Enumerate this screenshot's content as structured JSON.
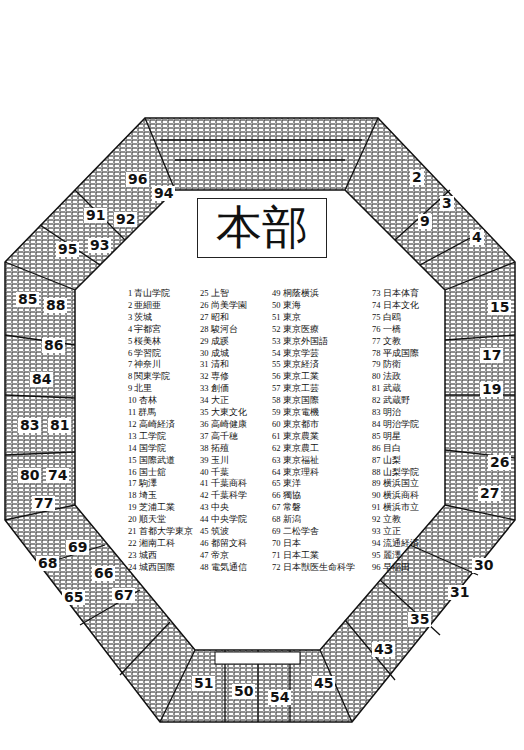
{
  "diagram": {
    "nodes": [
      {
        "text": [
          "本部"
        ]
      }
    ],
    "labels": [
      "1 青山学院",
      "2 亜細亜",
      "3 茨城",
      "4 宇都宮",
      "5 桜美林",
      "6 学習院",
      "7 神奈川",
      "8 関東学院",
      "9 北里",
      "10 杏林",
      "11 群馬",
      "12 高崎経済",
      "13 工学院",
      "14 国学院",
      "15 国際武道",
      "16 国士舘",
      "17 駒澤",
      "18 埼玉",
      "19 芝浦工業",
      "20 順天堂",
      "21 首都大学東京",
      "22 湘南工科",
      "23 城西",
      "24 城西国際",
      "25 上智",
      "26 尚美学園",
      "27 昭和",
      "28 駿河台",
      "29 成蹊",
      "30 成城",
      "31 清和",
      "32 専修",
      "33 創価",
      "34 大正",
      "35 大東文化",
      "36 高崎健康",
      "37 高千穂",
      "38 拓殖",
      "39 玉川",
      "40 千葉",
      "41 千葉商科",
      "42 千葉科学",
      "43 中央",
      "44 中央学院",
      "45 筑波",
      "46 都留文科",
      "47 帝京",
      "48 電気通信",
      "49 桐蔭横浜",
      "50 東海",
      "51 東京",
      "52 東京医療",
      "53 東京外国語",
      "54 東京学芸",
      "55 東京経済",
      "56 東京工業",
      "57 東京工芸",
      "58 東京国際",
      "59 東京電機",
      "60 東京都市",
      "61 東京農業",
      "62 東京農工",
      "63 東京福祉",
      "64 東京理科",
      "65 東洋",
      "66 獨協",
      "67 常磐",
      "68 新潟",
      "69 二松学舎",
      "70 日本",
      "71 日本工業",
      "72 日本獣医生命科学",
      "73 日本体育",
      "74 日本文化",
      "75 白鴎",
      "76 一橋",
      "77 文教",
      "78 平成国際",
      "79 防衛",
      "80 法政",
      "81 武蔵",
      "82 武蔵野",
      "83 明治",
      "84 明治学院",
      "85 明星",
      "86 目白",
      "87 山梨",
      "88 山梨学院",
      "89 横浜国立",
      "90 横浜商科",
      "91 横浜市立",
      "92 立教",
      "93 立正",
      "94 流通経済",
      "95 麗澤",
      "96 早稲田",
      "96",
      "94",
      "92",
      "91",
      "95",
      "93",
      "85",
      "88",
      "86",
      "84",
      "83",
      "81",
      "80",
      "74",
      "77",
      "69",
      "66",
      "68",
      "65",
      "67",
      "51",
      "50",
      "54",
      "45",
      "43",
      "35",
      "31",
      "30",
      "27",
      "26",
      "19",
      "17",
      "15",
      "2",
      "3",
      "9",
      "4"
    ]
  }
}
